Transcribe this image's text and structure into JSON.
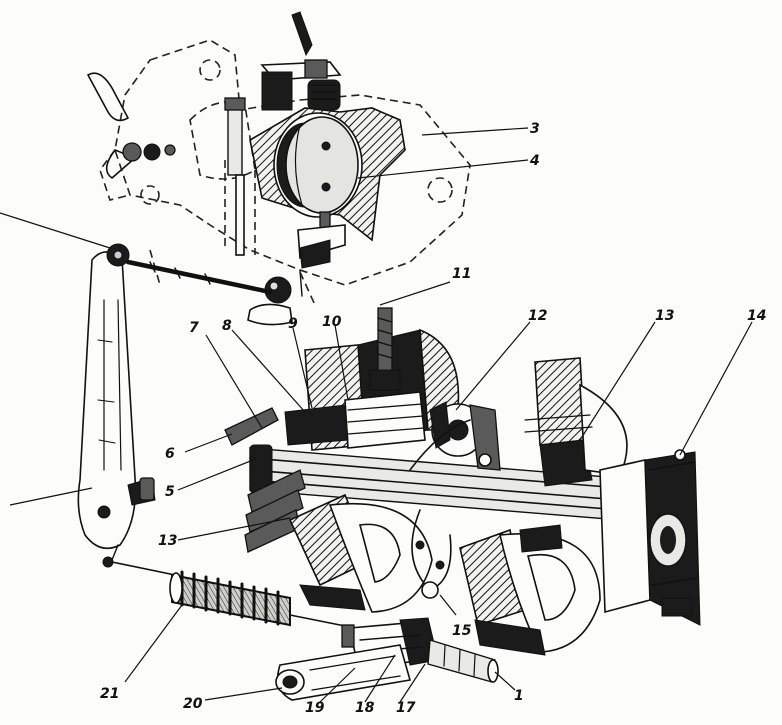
{
  "labels": [
    {
      "id": "1",
      "text": "1"
    },
    {
      "id": "3",
      "text": "3"
    },
    {
      "id": "4",
      "text": "4"
    },
    {
      "id": "5",
      "text": "5"
    },
    {
      "id": "6",
      "text": "6"
    },
    {
      "id": "7",
      "text": "7"
    },
    {
      "id": "8",
      "text": "8"
    },
    {
      "id": "9",
      "text": "9"
    },
    {
      "id": "10",
      "text": "10"
    },
    {
      "id": "11",
      "text": "11"
    },
    {
      "id": "12",
      "text": "12"
    },
    {
      "id": "13a",
      "text": "13"
    },
    {
      "id": "13b",
      "text": "13"
    },
    {
      "id": "14",
      "text": "14"
    },
    {
      "id": "15",
      "text": "15"
    },
    {
      "id": "17",
      "text": "17"
    },
    {
      "id": "18",
      "text": "18"
    },
    {
      "id": "19",
      "text": "19"
    },
    {
      "id": "20",
      "text": "20"
    },
    {
      "id": "21",
      "text": "21"
    }
  ]
}
